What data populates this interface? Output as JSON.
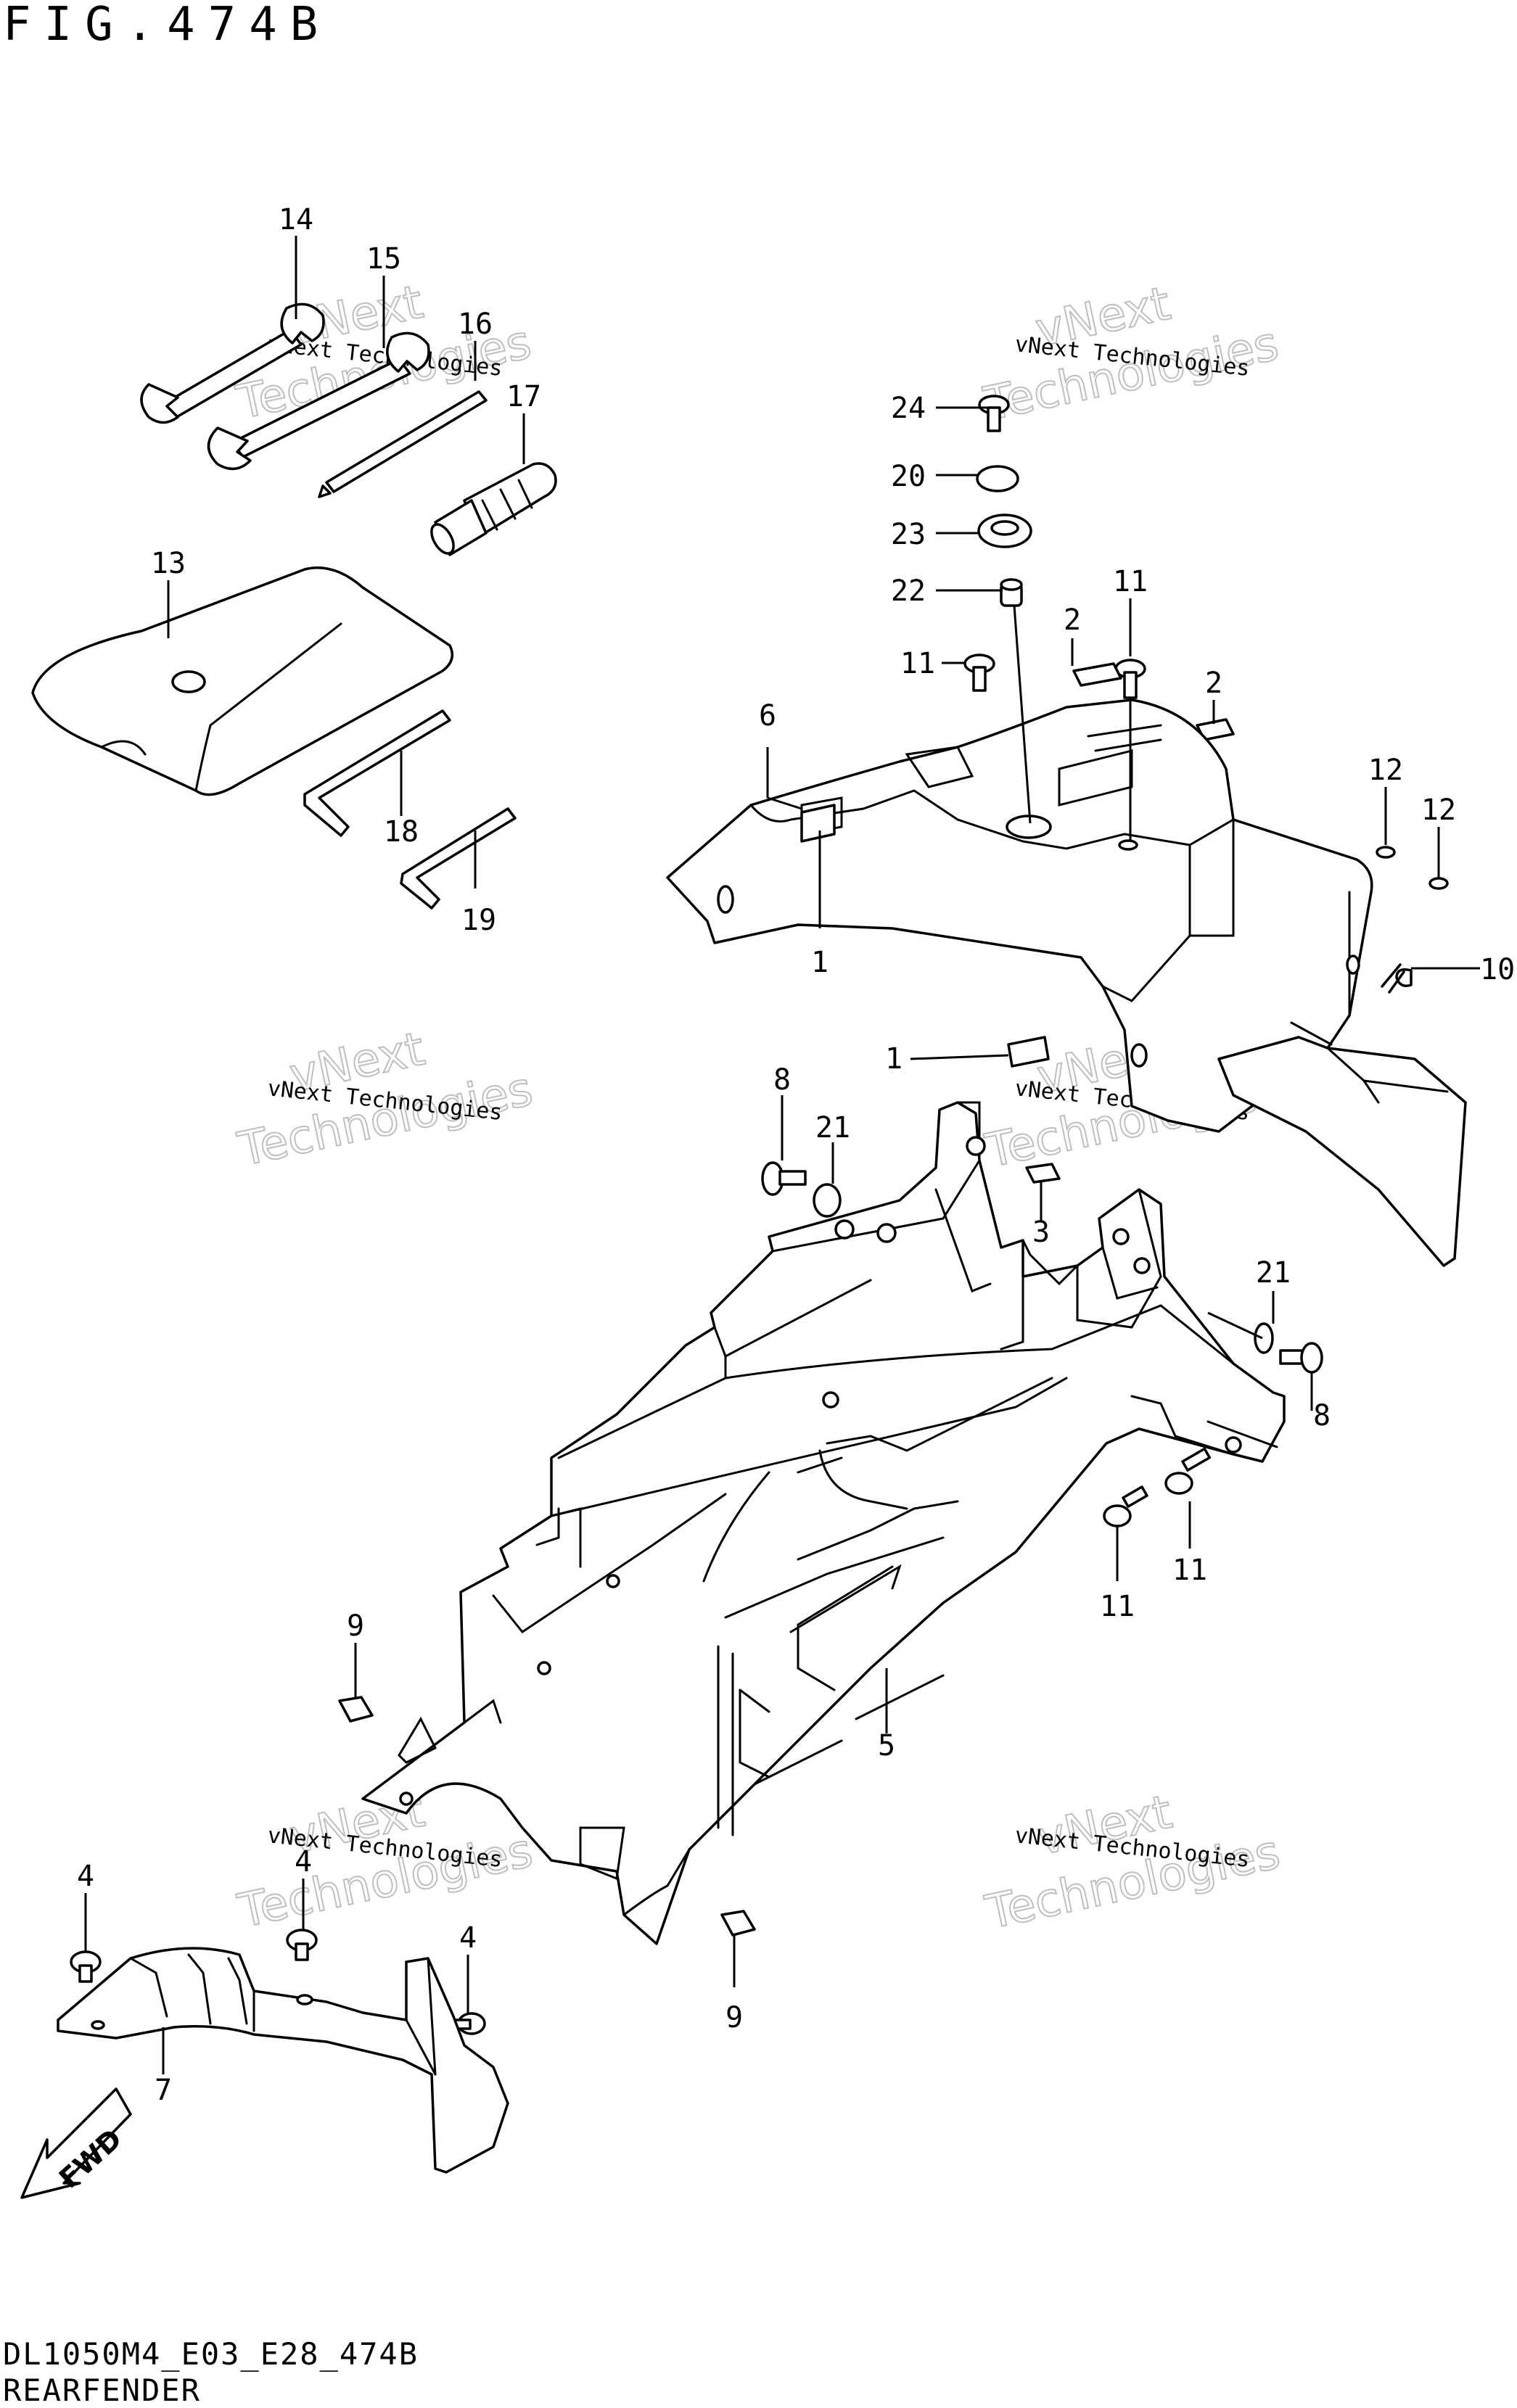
{
  "title": "FIG.474B",
  "footer": {
    "model_code": "DL1050M4_E03_E28_474B",
    "section_name": "REARFENDER"
  },
  "watermark": {
    "line1": "vNext Technologies",
    "line2": "vNext",
    "line3": "Technologies"
  },
  "callouts": [
    "14",
    "15",
    "16",
    "17",
    "13",
    "18",
    "19",
    "24",
    "20",
    "23",
    "22",
    "11",
    "2",
    "11",
    "2",
    "6",
    "12",
    "12",
    "10",
    "1",
    "1",
    "8",
    "21",
    "3",
    "21",
    "8",
    "11",
    "11",
    "5",
    "9",
    "4",
    "4",
    "4",
    "7",
    "9"
  ],
  "fwd_label": "FWD"
}
